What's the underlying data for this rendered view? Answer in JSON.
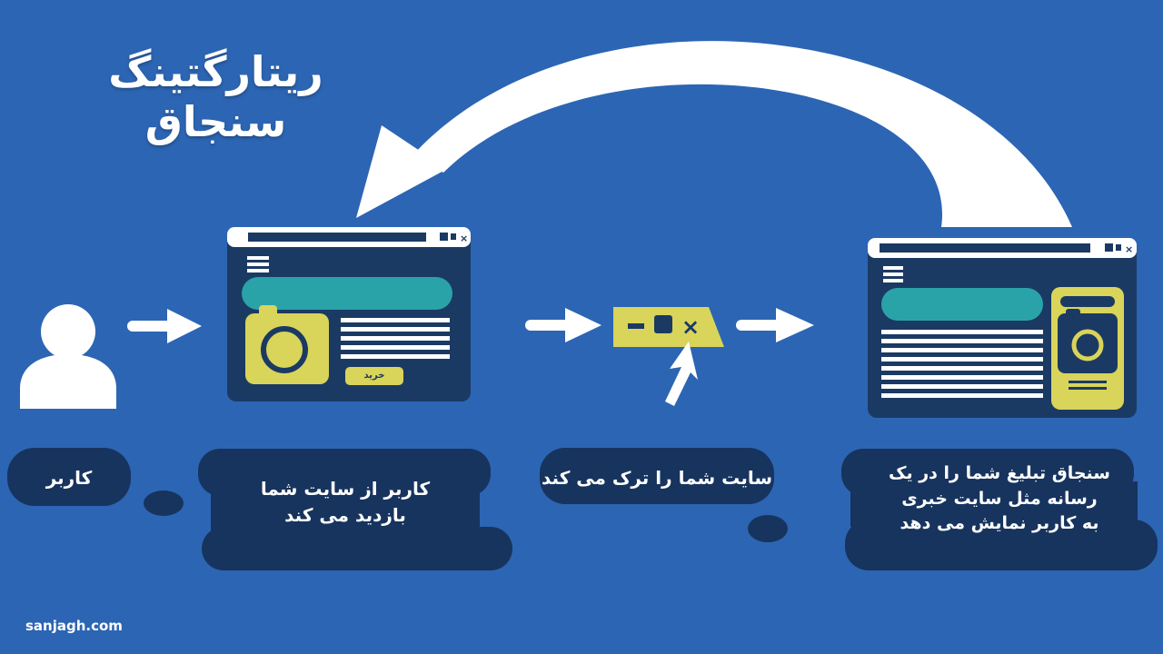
{
  "title": "ریتارگتینگ سنجاق",
  "steps": [
    {
      "caption": "کاربر"
    },
    {
      "caption_lines": [
        "کاربر از سایت شما",
        "بازدید می کند"
      ]
    },
    {
      "caption": "سایت شما را ترک می کند"
    },
    {
      "caption_lines": [
        "سنجاق تبلیغ شما را در یک",
        "رسانه مثل سایت خبری",
        "به کاربر نمایش می دهد"
      ]
    }
  ],
  "buy_button_label": "خرید",
  "watermark": "sanjagh.com",
  "colors": {
    "background": "#2c65b3",
    "panel": "#1b3a63",
    "teal": "#2aa3a8",
    "yellow": "#d9d45a",
    "white": "#ffffff",
    "bubble": "#17345e"
  }
}
